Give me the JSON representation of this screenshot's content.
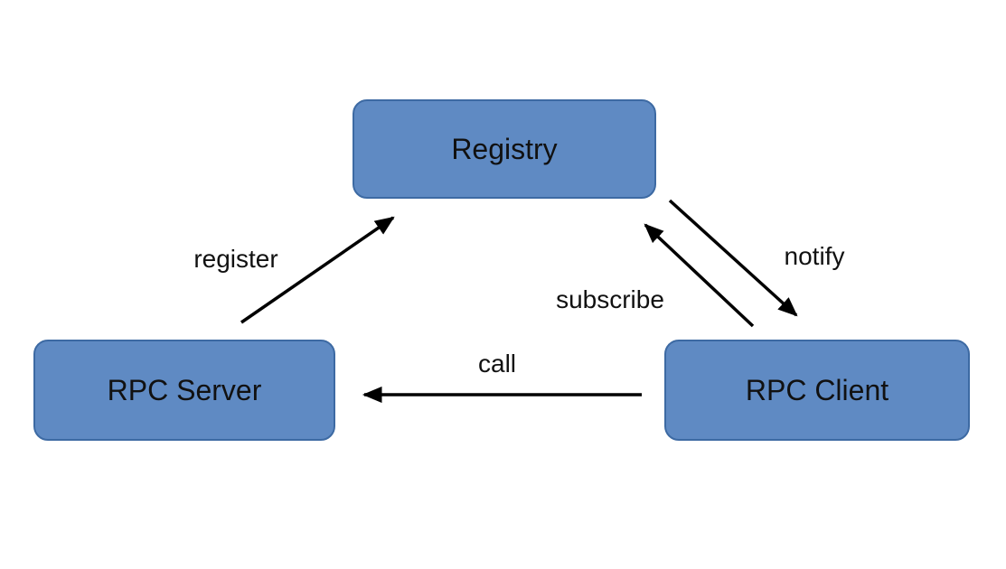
{
  "colors": {
    "node_fill": "#5f8ac3",
    "node_border": "#3d6aa3",
    "arrow": "#000000",
    "text": "#111111",
    "background": "#ffffff"
  },
  "diagram": {
    "type": "directed-graph",
    "nodes": [
      {
        "id": "registry",
        "label": "Registry"
      },
      {
        "id": "rpc-server",
        "label": "RPC Server"
      },
      {
        "id": "rpc-client",
        "label": "RPC Client"
      }
    ],
    "edges": [
      {
        "id": "register",
        "label": "register",
        "from": "rpc-server",
        "to": "registry"
      },
      {
        "id": "subscribe",
        "label": "subscribe",
        "from": "rpc-client",
        "to": "registry"
      },
      {
        "id": "notify",
        "label": "notify",
        "from": "registry",
        "to": "rpc-client"
      },
      {
        "id": "call",
        "label": "call",
        "from": "rpc-client",
        "to": "rpc-server"
      }
    ]
  }
}
